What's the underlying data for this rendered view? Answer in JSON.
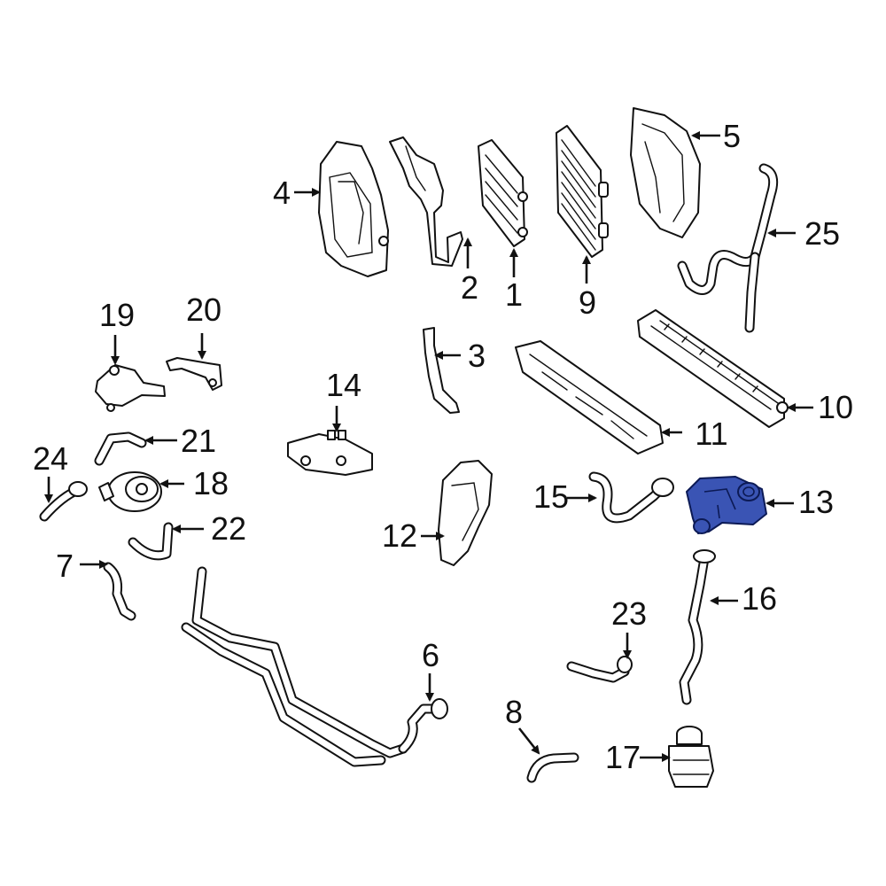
{
  "diagram": {
    "callouts": [
      {
        "id": "c1",
        "label": "1"
      },
      {
        "id": "c2",
        "label": "2"
      },
      {
        "id": "c3",
        "label": "3"
      },
      {
        "id": "c4",
        "label": "4"
      },
      {
        "id": "c5",
        "label": "5"
      },
      {
        "id": "c6",
        "label": "6"
      },
      {
        "id": "c7",
        "label": "7"
      },
      {
        "id": "c8",
        "label": "8"
      },
      {
        "id": "c9",
        "label": "9"
      },
      {
        "id": "c10",
        "label": "10"
      },
      {
        "id": "c11",
        "label": "11"
      },
      {
        "id": "c12",
        "label": "12"
      },
      {
        "id": "c13",
        "label": "13"
      },
      {
        "id": "c14",
        "label": "14"
      },
      {
        "id": "c15",
        "label": "15"
      },
      {
        "id": "c16",
        "label": "16"
      },
      {
        "id": "c17",
        "label": "17"
      },
      {
        "id": "c18",
        "label": "18"
      },
      {
        "id": "c19",
        "label": "19"
      },
      {
        "id": "c20",
        "label": "20"
      },
      {
        "id": "c21",
        "label": "21"
      },
      {
        "id": "c22",
        "label": "22"
      },
      {
        "id": "c23",
        "label": "23"
      },
      {
        "id": "c24",
        "label": "24"
      },
      {
        "id": "c25",
        "label": "25"
      }
    ],
    "highlighted_part": "13",
    "highlight_color": "#3a54b4",
    "line_color": "#111111"
  }
}
